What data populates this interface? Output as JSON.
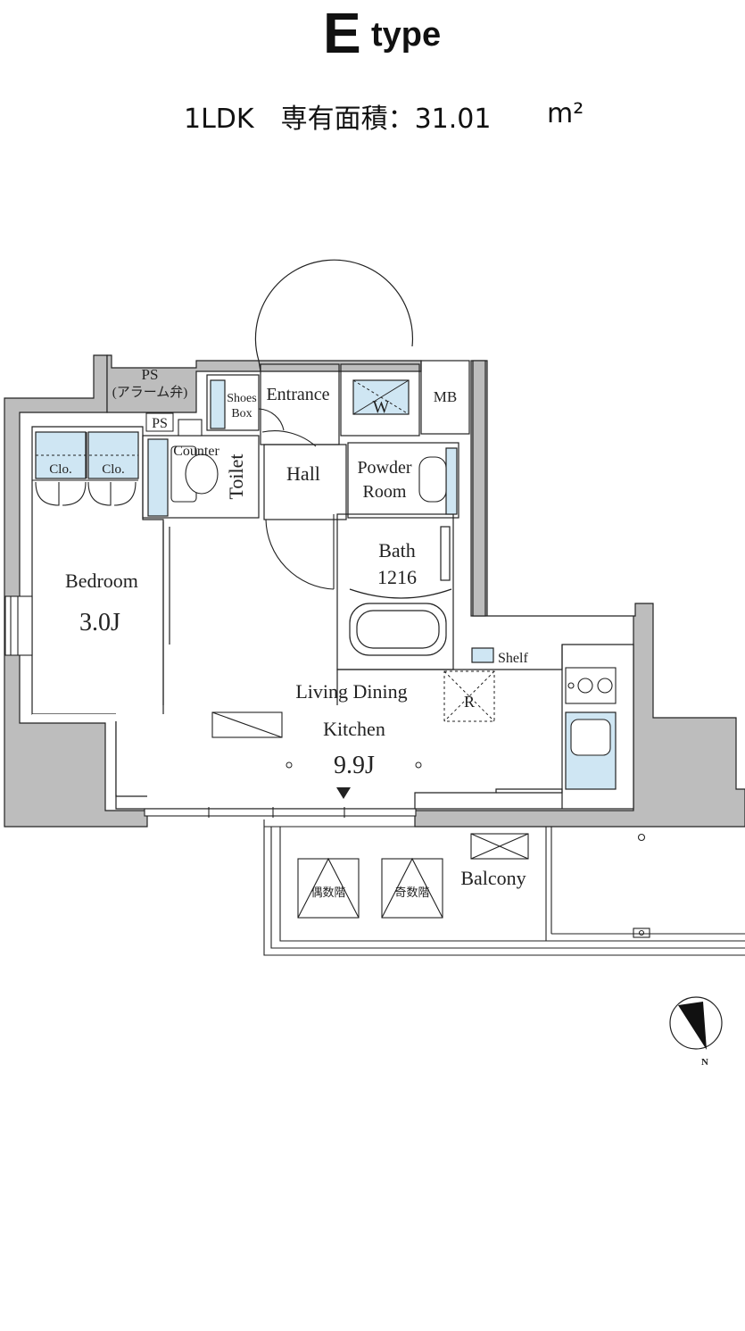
{
  "header": {
    "type_letter": "E",
    "type_word": "type",
    "layout": "1LDK",
    "area_label": "専有面積：",
    "area_value": "31.01",
    "area_unit": "m²"
  },
  "rooms": {
    "ps_top": "PS",
    "ps_top_note": "(アラーム弁)",
    "ps_small": "PS",
    "shoes_box_line1": "Shoes",
    "shoes_box_line2": "Box",
    "entrance": "Entrance",
    "washer": "W",
    "mb": "MB",
    "counter": "Counter",
    "toilet": "Toilet",
    "hall": "Hall",
    "powder_room_line1": "Powder",
    "powder_room_line2": "Room",
    "closet_1": "Clo.",
    "closet_2": "Clo.",
    "bath": "Bath",
    "bath_size": "1216",
    "bedroom": "Bedroom",
    "bedroom_size": "3.0J",
    "shelf": "Shelf",
    "refrigerator": "R",
    "ldk_line1": "Living Dining",
    "ldk_line2": "Kitchen",
    "ldk_size": "9.9J",
    "balcony": "Balcony",
    "hatch_even": "偶数階",
    "hatch_odd": "奇数階",
    "compass_n": "N"
  },
  "colors": {
    "wall_fill": "#bdbdbd",
    "line": "#222222",
    "fixture_blue": "#cfe6f3"
  }
}
